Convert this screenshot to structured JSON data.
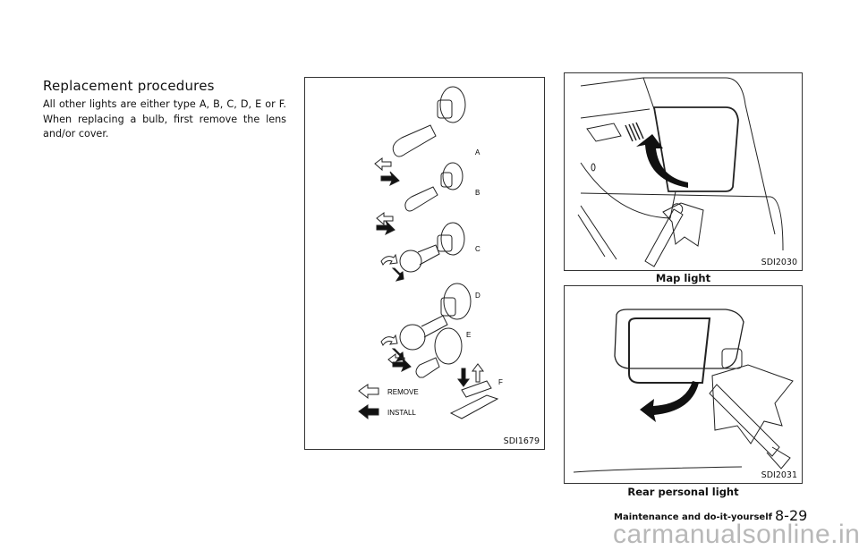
{
  "section": {
    "title": "Replacement procedures",
    "body": "All other lights are either type A, B, C, D, E or F. When replacing a bulb, first remove the lens and/or cover."
  },
  "figures": [
    {
      "code": "SDI1679",
      "caption": "",
      "bulb_labels": [
        "A",
        "B",
        "C",
        "D",
        "E",
        "F"
      ],
      "legend": {
        "remove": "REMOVE",
        "install": "INSTALL"
      }
    },
    {
      "code": "SDI2030",
      "caption": "Map light"
    },
    {
      "code": "SDI2031",
      "caption": "Rear personal light"
    }
  ],
  "footer": {
    "section": "Maintenance and do-it-yourself",
    "page": "8-29",
    "watermark": "carmanualsonline.info"
  }
}
